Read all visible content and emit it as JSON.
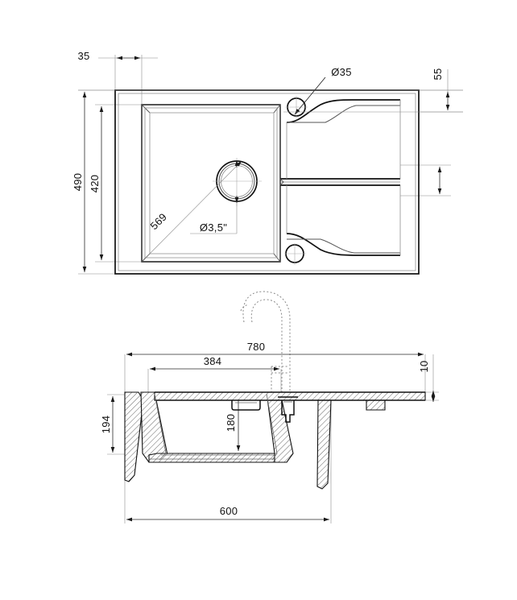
{
  "document": {
    "type": "technical-drawing",
    "subject": "Kitchen sink with drainboard — top view and cross-section",
    "units": "mm",
    "background_color": "#ffffff",
    "line_color": "#111111",
    "dimension_color": "#2a2a2a"
  },
  "top_view": {
    "name": "top-view",
    "dimensions": {
      "edge_offset": "35",
      "overall_width_note": "",
      "overall_depth": "490",
      "bowl_depth": "420",
      "right_offset": "55",
      "diagonal": "569",
      "tap_hole_diameter": "Ø35",
      "drain_diameter": "Ø3,5\""
    },
    "labels": [
      {
        "id": "dim-35",
        "text": "35"
      },
      {
        "id": "dim-490",
        "text": "490"
      },
      {
        "id": "dim-420",
        "text": "420"
      },
      {
        "id": "dim-55",
        "text": "55"
      },
      {
        "id": "dim-569",
        "text": "569"
      },
      {
        "id": "dim-d35",
        "text": "Ø35"
      },
      {
        "id": "dim-d35inch",
        "text": "Ø3,5\""
      }
    ]
  },
  "section_view": {
    "name": "section-view",
    "dimensions": {
      "faucet_height": "780",
      "bowl_width": "384",
      "rim_thickness": "10",
      "total_height": "194",
      "bowl_depth": "180",
      "overall_length": "600"
    },
    "labels": [
      {
        "id": "dim-780",
        "text": "780"
      },
      {
        "id": "dim-384",
        "text": "384"
      },
      {
        "id": "dim-10",
        "text": "10"
      },
      {
        "id": "dim-194",
        "text": "194"
      },
      {
        "id": "dim-180",
        "text": "180"
      },
      {
        "id": "dim-600",
        "text": "600"
      }
    ]
  }
}
